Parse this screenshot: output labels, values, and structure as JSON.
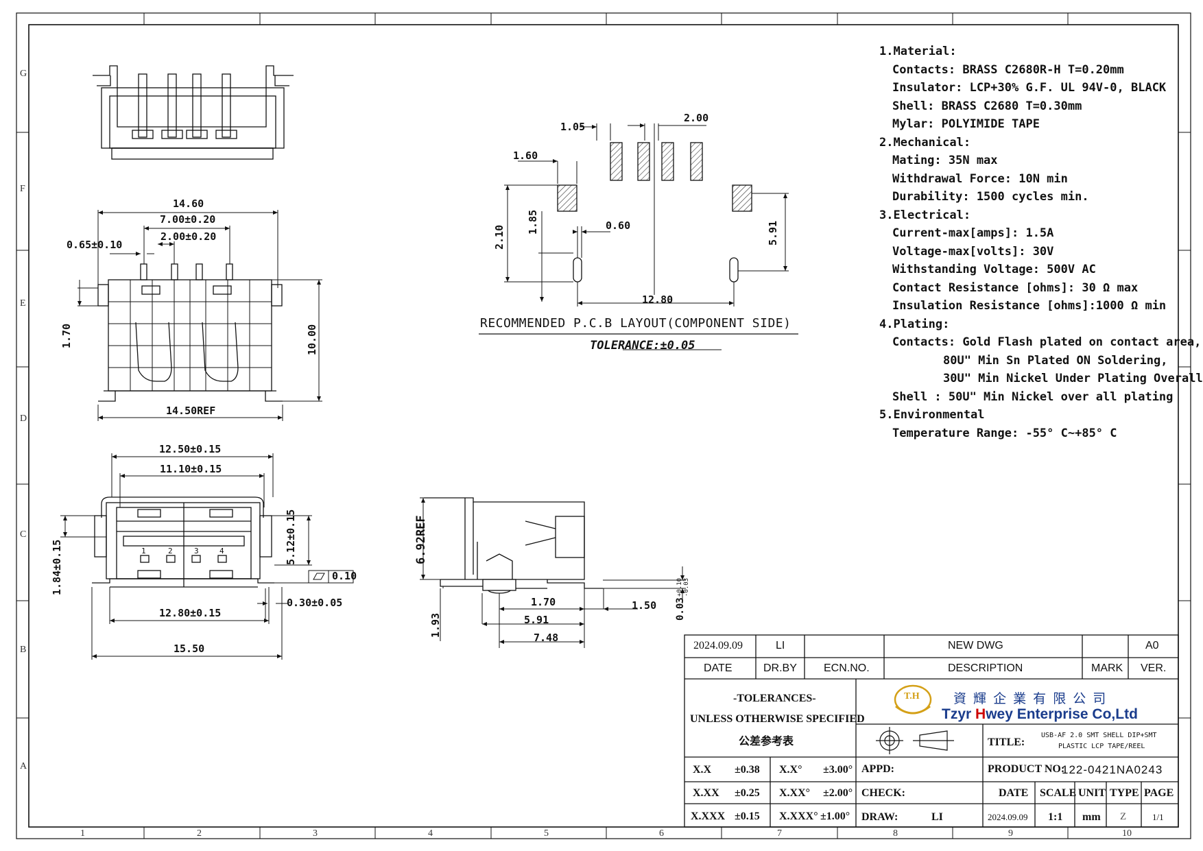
{
  "grid": {
    "columns": [
      "1",
      "2",
      "3",
      "4",
      "5",
      "6",
      "7",
      "8",
      "9",
      "10"
    ],
    "rows": [
      "G",
      "F",
      "E",
      "D",
      "C",
      "B",
      "A"
    ]
  },
  "top_view": {
    "dims": {
      "overall": "14.60",
      "pitch_outer": "7.00±0.20",
      "pitch_inner": "2.00±0.20",
      "pin_width": "0.65±0.10",
      "peg": "1.70",
      "height": "10.00",
      "base": "14.50REF"
    }
  },
  "front_view": {
    "dims": {
      "width_top": "12.50±0.15",
      "opening": "11.10±0.15",
      "height_right": "5.12±0.15",
      "height_left": "1.84±0.15",
      "flatness": "0.10",
      "bottom": "12.80±0.15",
      "tab": "0.30±0.05",
      "overall": "15.50"
    },
    "pin_numbers": [
      "1",
      "2",
      "3",
      "4"
    ]
  },
  "side_view": {
    "dims": {
      "height": "6.92REF",
      "d1": "1.70",
      "d2": "5.91",
      "d3": "7.48",
      "d4": "1.93",
      "d5": "1.50",
      "coplanarity": "0.03",
      "tol_plus": "+0.10",
      "tol_minus": "-0.03"
    }
  },
  "pcb_layout": {
    "caption": "RECOMMENDED P.C.B LAYOUT(COMPONENT SIDE)",
    "tolerance": "TOLERANCE:±0.05",
    "dims": {
      "pad_w": "1.05",
      "pitch": "2.00",
      "peg_offset": "1.60",
      "d210": "2.10",
      "d185": "1.85",
      "slot": "0.60",
      "d591": "5.91",
      "span": "12.80"
    }
  },
  "specs": [
    {
      "heading": "1.Material:",
      "items": [
        "Contacts: BRASS C2680R-H T=0.20mm",
        "Insulator: LCP+30% G.F. UL 94V-0, BLACK",
        "Shell: BRASS C2680 T=0.30mm",
        "Mylar: POLYIMIDE TAPE"
      ]
    },
    {
      "heading": "2.Mechanical:",
      "items": [
        "Mating: 35N max",
        "Withdrawal Force: 10N min",
        "Durability: 1500 cycles min."
      ]
    },
    {
      "heading": "3.Electrical:",
      "items": [
        "Current-max[amps]: 1.5A",
        "Voltage-max[volts]: 30V",
        "Withstanding Voltage: 500V AC",
        "Contact Resistance [ohms]: 30 Ω max",
        "Insulation Resistance [ohms]:1000 Ω min"
      ]
    },
    {
      "heading": "4.Plating:",
      "items": [
        "Contacts: Gold Flash plated on contact area,"
      ],
      "continuations": [
        "80U\" Min Sn Plated ON Soldering,",
        "30U\" Min Nickel Under Plating Overall"
      ],
      "items2": [
        "Shell : 50U\" Min Nickel over all plating"
      ]
    },
    {
      "heading": "5.Environmental",
      "items": [
        "Temperature Range: -55° C~+85° C"
      ]
    }
  ],
  "title_block": {
    "revision": {
      "date": "2024.09.09",
      "drawn_by": "LI",
      "description": "NEW DWG",
      "version": "A0"
    },
    "headers": {
      "date": "DATE",
      "drby": "DR.BY",
      "ecn": "ECN.NO.",
      "description": "DESCRIPTION",
      "mark": "MARK",
      "ver": "VER."
    },
    "tolerances": {
      "title": "-TOLERANCES-",
      "subtitle": "UNLESS OTHERWISE SPECIFIED",
      "chinese": "公差参考表",
      "rows": [
        {
          "lin": "X.X",
          "lin_tol": "±0.38",
          "ang": "X.X°",
          "ang_tol": "±3.00°"
        },
        {
          "lin": "X.XX",
          "lin_tol": "±0.25",
          "ang": "X.XX°",
          "ang_tol": "±2.00°"
        },
        {
          "lin": "X.XXX",
          "lin_tol": "±0.15",
          "ang": "X.XXX°",
          "ang_tol": "±1.00°"
        }
      ]
    },
    "company": {
      "logo_text": "T.H",
      "chinese_name": "資 輝 企 業 有 限 公 司",
      "name_part1": "Tzyr ",
      "name_part2": "H",
      "name_part3": "wey Enterprise Co,Ltd",
      "accent_color": "#d4a017",
      "highlight_color": "#cc0000",
      "blue_color": "#1a3c8c"
    },
    "title_label": "TITLE:",
    "title_line1": "USB-AF 2.0 SMT  SHELL DIP+SMT",
    "title_line2": "PLASTIC LCP TAPE/REEL",
    "product_label": "PRODUCT NO:",
    "product_no": "122-0421NA0243",
    "appd_label": "APPD:",
    "check_label": "CHECK:",
    "draw_label": "DRAW:",
    "draw_value": "LI",
    "bottom_headers": {
      "date": "DATE",
      "scale": "SCALE",
      "unit": "UNIT",
      "type": "TYPE",
      "page": "PAGE"
    },
    "bottom_values": {
      "date": "2024.09.09",
      "scale": "1:1",
      "unit": "mm",
      "type": "Z",
      "page": "1/1"
    }
  }
}
